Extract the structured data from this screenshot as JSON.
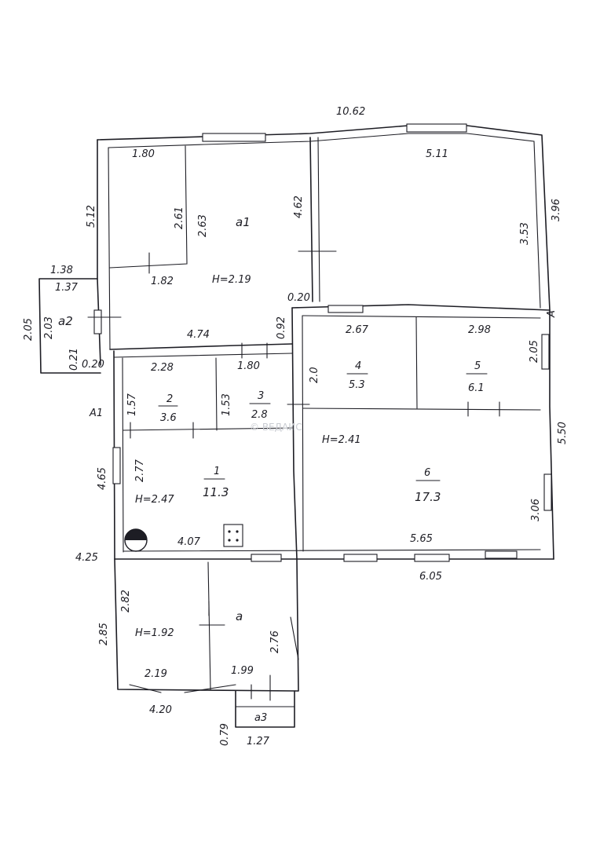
{
  "plan": {
    "dimensions": {
      "top_total": "10.62",
      "top_right_room": "5.11",
      "left_outer": "5.12",
      "a1_storage_top": "1.80",
      "a1_storage_height": "2.61",
      "a1_height": "2.63",
      "a1_storage_bottom": "1.82",
      "a1_bottom": "4.74",
      "a1_right": "4.62",
      "right_room_height": "3.53",
      "right_outer": "3.96",
      "wall_thickness_small": "0.20",
      "wall_thickness_b": "0.92",
      "porch_top": "1.38",
      "porch_inner": "1.37",
      "porch_outer_height": "2.05",
      "porch_inner_height": "2.03",
      "porch_gap_a": "0.21",
      "porch_gap_b": "0.20",
      "room2_width": "2.28",
      "room2_height": "1.57",
      "room3_width": "1.80",
      "room3_height": "1.53",
      "room1_height": "2.77",
      "left_lit_outer": "4.65",
      "room1_bottom": "4.07",
      "left_bottom_total": "4.25",
      "room4_width": "2.67",
      "room4_height": "2.0",
      "room5_width": "2.98",
      "room5_height": "2.05",
      "room6_right_height": "3.06",
      "right_lit_outer": "5.50",
      "room6_bottom": "5.65",
      "right_bottom_total": "6.05",
      "veranda_inner_height": "2.82",
      "veranda_outer_height": "2.85",
      "veranda_right_height": "2.76",
      "veranda_bottom_left": "2.19",
      "veranda_bottom_right": "1.99",
      "veranda_total": "4.20",
      "a3_height": "0.79",
      "a3_width": "1.27"
    },
    "rooms": {
      "a1": {
        "name": "а1",
        "height": "H=2.19"
      },
      "a2": {
        "name": "а2"
      },
      "a": {
        "name": "а",
        "height": "H=1.92"
      },
      "a3": {
        "name": "а3"
      },
      "r1": {
        "num": "1",
        "area": "11.3",
        "height": "H=2.47"
      },
      "r2": {
        "num": "2",
        "area": "3.6"
      },
      "r3": {
        "num": "3",
        "area": "2.8"
      },
      "r4": {
        "num": "4",
        "area": "5.3"
      },
      "r5": {
        "num": "5",
        "area": "6.1"
      },
      "r6": {
        "num": "6",
        "area": "17.3"
      },
      "lit_height": "H=2.41"
    },
    "section_marks": {
      "left": "А1",
      "right": "А"
    },
    "watermark": "© ВЕДАИС"
  }
}
